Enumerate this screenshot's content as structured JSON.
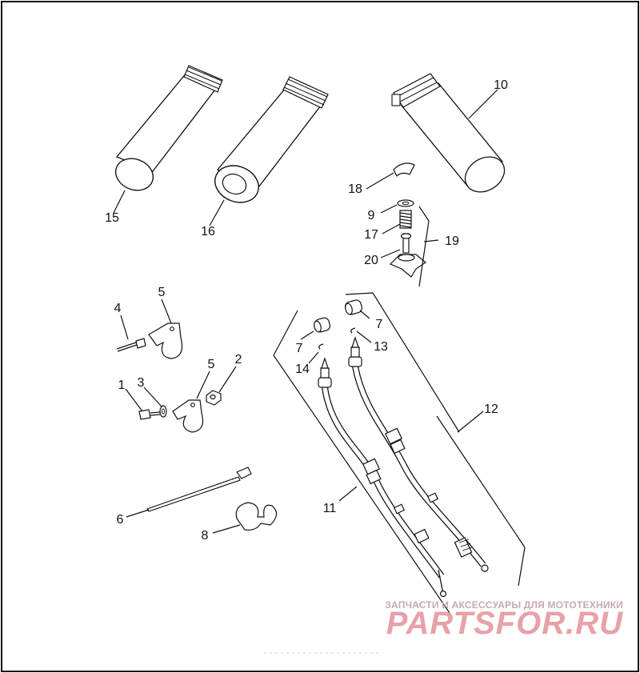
{
  "diagram": {
    "labels": {
      "p1": "1",
      "p2": "2",
      "p3": "3",
      "p4": "4",
      "p5a": "5",
      "p5b": "5",
      "p6": "6",
      "p7a": "7",
      "p7b": "7",
      "p8": "8",
      "p9": "9",
      "p10": "10",
      "p11": "11",
      "p12": "12",
      "p13": "13",
      "p14": "14",
      "p15": "15",
      "p16": "16",
      "p17": "17",
      "p18": "18",
      "p19": "19",
      "p20": "20"
    }
  },
  "watermark": {
    "tagline": "ЗАПЧАСТИ И АКСЕССУАРЫ ДЛЯ МОТОТЕХНИКИ",
    "logo": "PARTSFOR.RU",
    "logo_color": "#e8a1a8"
  }
}
